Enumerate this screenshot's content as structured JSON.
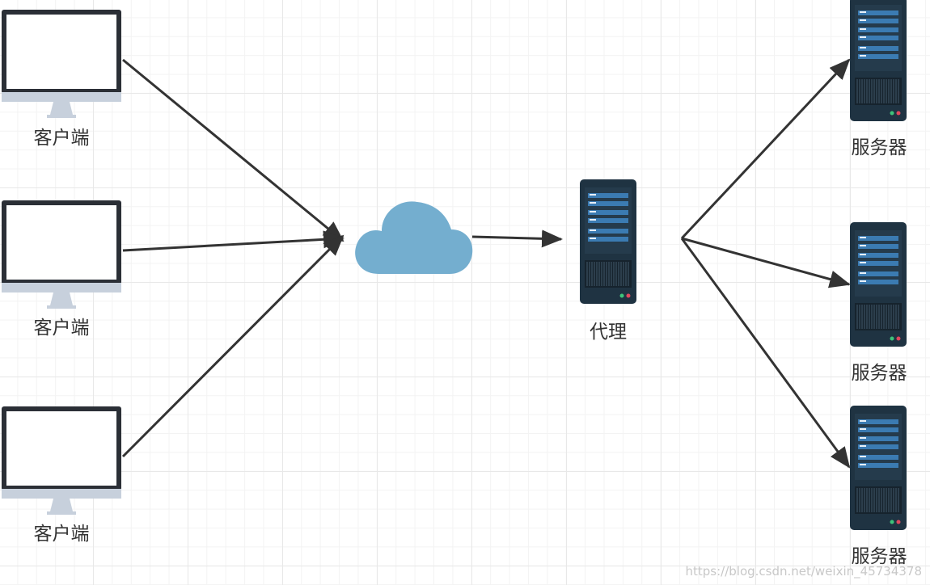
{
  "nodes": {
    "clients": [
      {
        "label": "客户端"
      },
      {
        "label": "客户端"
      },
      {
        "label": "客户端"
      }
    ],
    "proxy": {
      "label": "代理"
    },
    "servers": [
      {
        "label": "服务器"
      },
      {
        "label": "服务器"
      },
      {
        "label": "服务器"
      }
    ]
  },
  "colors": {
    "monitor_frame": "#2b2f36",
    "monitor_base": "#c7d0dc",
    "cloud": "#74aecf",
    "server_body": "#1f3342",
    "server_slot": "#3b7bb2",
    "arrow": "#333333"
  },
  "watermark": "https://blog.csdn.net/weixin_45734378"
}
